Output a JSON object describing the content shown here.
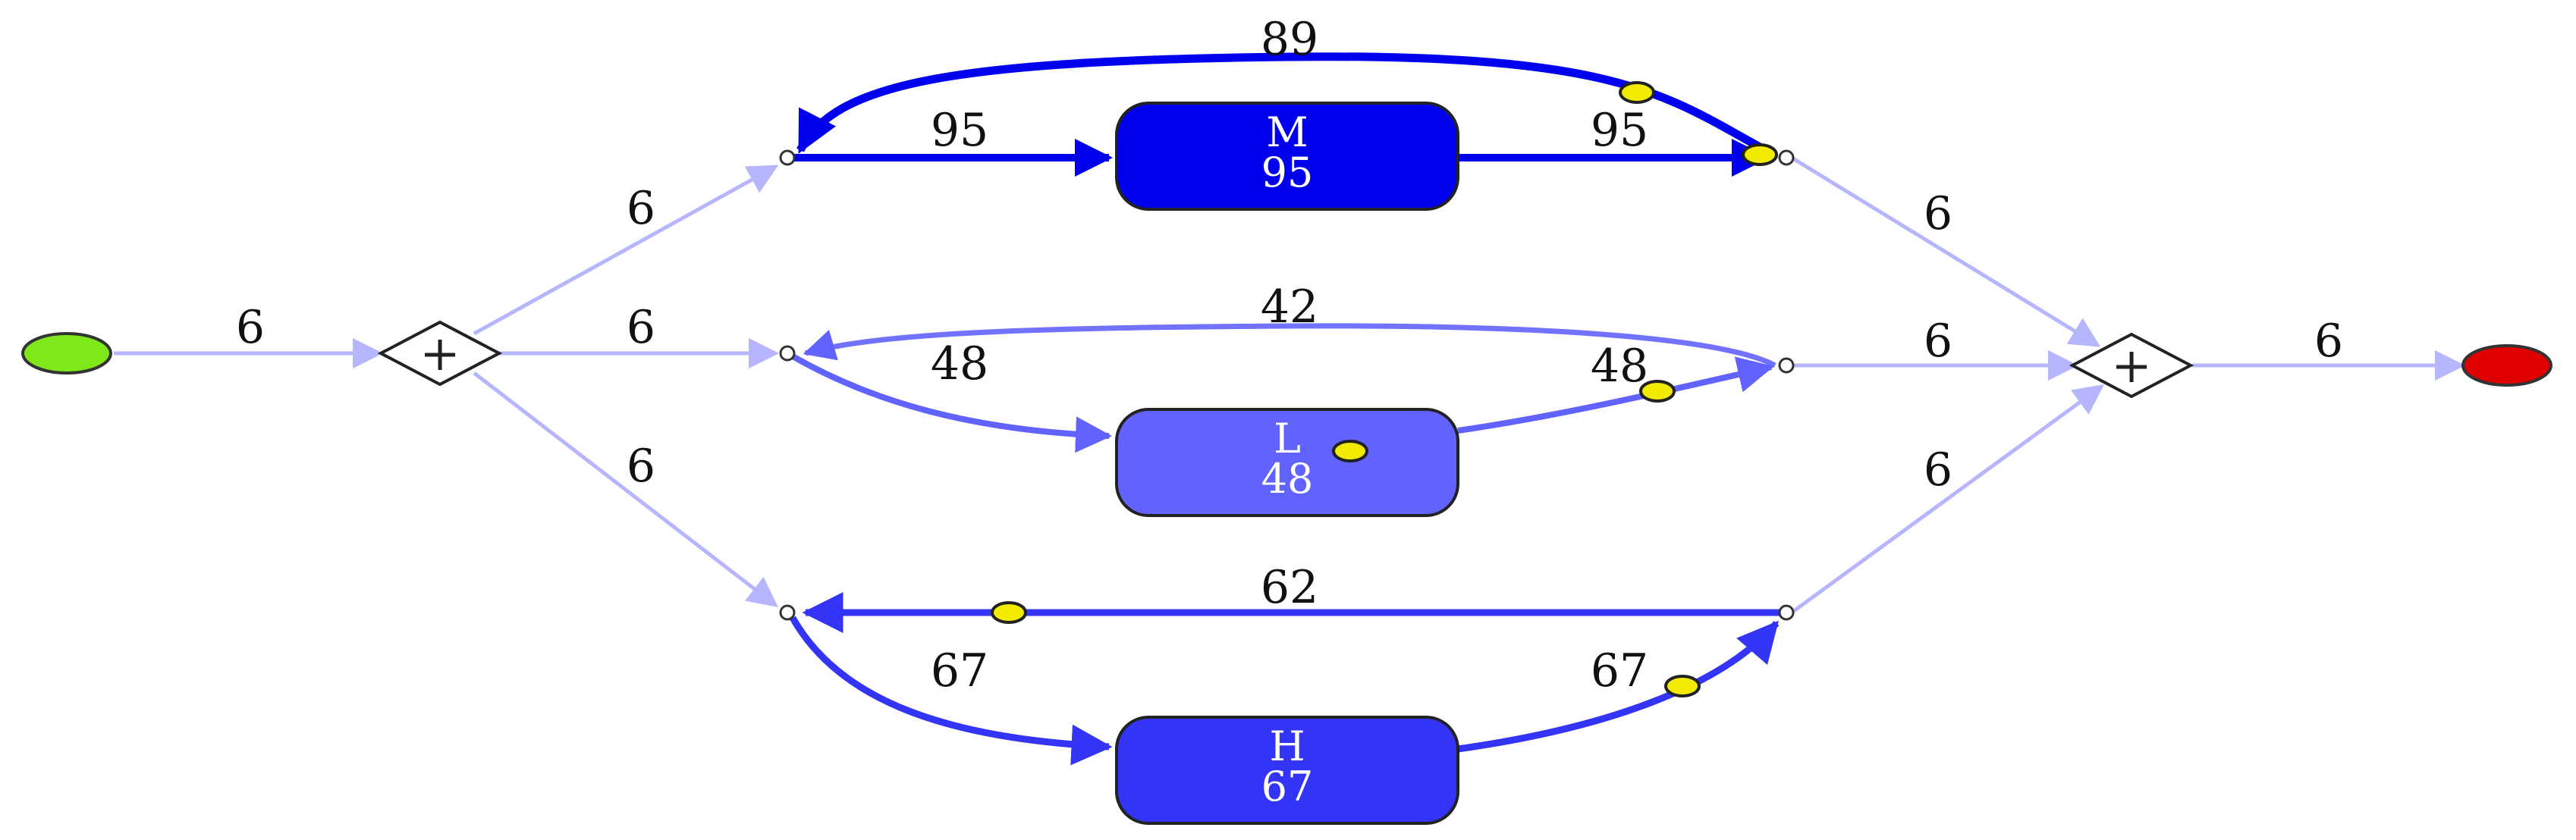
{
  "colors": {
    "start": "#7ee81a",
    "end": "#e00000",
    "token": "#f2ea00",
    "gate_fill": "#ffffff",
    "faint": "#b6b6ff",
    "M": "#0000ee",
    "L": "#6262ff",
    "H": "#3434f6",
    "loopL": "#7272ff"
  },
  "gates": {
    "split": "+",
    "join": "+"
  },
  "activities": [
    {
      "id": "M",
      "name": "M",
      "count": "95"
    },
    {
      "id": "L",
      "name": "L",
      "count": "48"
    },
    {
      "id": "H",
      "name": "H",
      "count": "67"
    }
  ],
  "edges": {
    "start_to_split": "6",
    "split_to_M": "6",
    "split_to_L": "6",
    "split_to_H": "6",
    "M_in": "95",
    "M_out": "95",
    "M_loop": "89",
    "L_in": "48",
    "L_out": "48",
    "L_loop": "42",
    "H_in": "67",
    "H_out": "67",
    "H_loop": "62",
    "M_to_join": "6",
    "L_to_join": "6",
    "H_to_join": "6",
    "join_to_end": "6"
  }
}
